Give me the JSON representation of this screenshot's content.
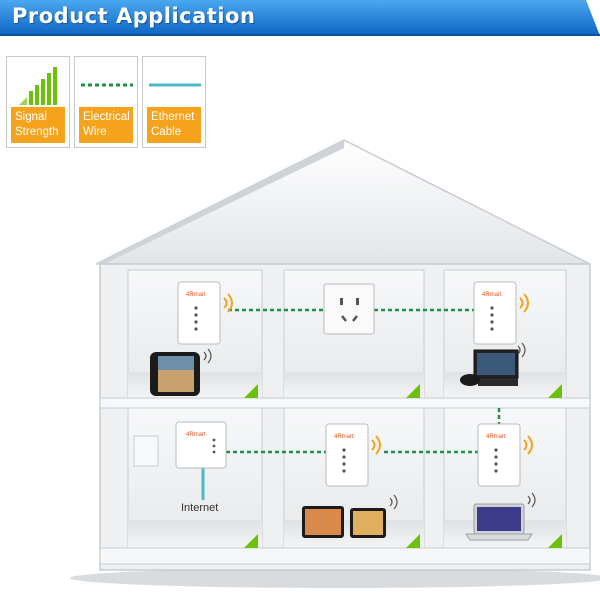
{
  "banner": {
    "title": "Product Application"
  },
  "legend": [
    {
      "label": "Signal\nStrength",
      "icon": "signal-strength-icon"
    },
    {
      "label": "Electrical\nWire",
      "icon": "electrical-wire-icon"
    },
    {
      "label": "Ethernet\nCable",
      "icon": "ethernet-cable-icon"
    }
  ],
  "house": {
    "internet_label": "Internet",
    "device_brand": "4Rmart"
  },
  "colors": {
    "banner": "#1a7fd6",
    "legend_label_bg": "#f5a21c",
    "signal": "#6cc20a",
    "electrical_wire": "#1f8f4a",
    "ethernet_cable": "#4bb8c4"
  }
}
